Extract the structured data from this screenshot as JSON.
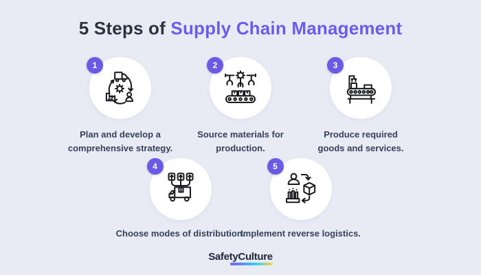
{
  "page": {
    "background_color": "#e9ebf4",
    "title": {
      "prefix": "5 Steps of ",
      "highlight": "Supply Chain Management"
    },
    "colors": {
      "accent_purple": "#6b5cf0",
      "badge_purple": "#6a5ae4",
      "title_dark": "#2b333e",
      "caption_text": "#33415c",
      "circle_background": "#ffffff",
      "icon_stroke": "#17181c"
    }
  },
  "steps": [
    {
      "number": "1",
      "caption": "Plan and develop a comprehensive strategy.",
      "icon": "plan-cycle-icon"
    },
    {
      "number": "2",
      "caption": "Source materials for production.",
      "icon": "sourcing-claws-conveyor-icon"
    },
    {
      "number": "3",
      "caption": "Produce required goods and services.",
      "icon": "production-line-icon"
    },
    {
      "number": "4",
      "caption": "Choose modes of distribution.",
      "icon": "distribution-truck-icon"
    },
    {
      "number": "5",
      "caption": "Implement reverse logistics.",
      "icon": "reverse-logistics-icon"
    }
  ],
  "footer": {
    "brand": "SafetyCulture"
  }
}
